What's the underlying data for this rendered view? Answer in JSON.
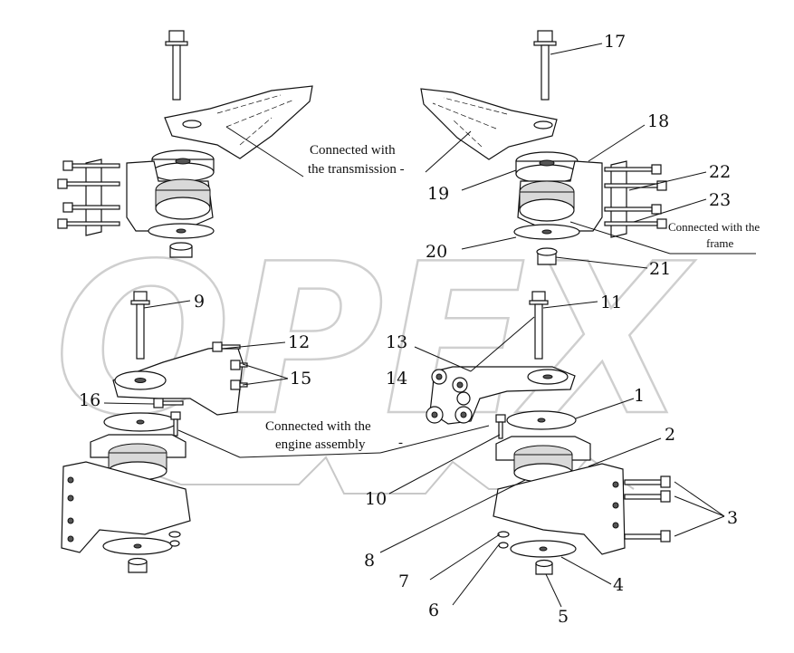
{
  "watermark": {
    "text": "OPEX",
    "color": "#cfcfcf"
  },
  "notes": {
    "transmission_line1": "Connected with",
    "transmission_line2": "the transmission -",
    "frame_line1": "Connected with the",
    "frame_line2": "frame",
    "engine_line1": "Connected with the",
    "engine_line2": "engine assembly",
    "engine_dash": "-"
  },
  "callouts": {
    "c1": "1",
    "c2": "2",
    "c3": "3",
    "c4": "4",
    "c5": "5",
    "c6": "6",
    "c7": "7",
    "c8": "8",
    "c9": "9",
    "c10": "10",
    "c11": "11",
    "c12": "12",
    "c13": "13",
    "c14": "14",
    "c15": "15",
    "c16": "16",
    "c17": "17",
    "c18": "18",
    "c19": "19",
    "c20": "20",
    "c21": "21",
    "c22": "22",
    "c23": "23"
  }
}
